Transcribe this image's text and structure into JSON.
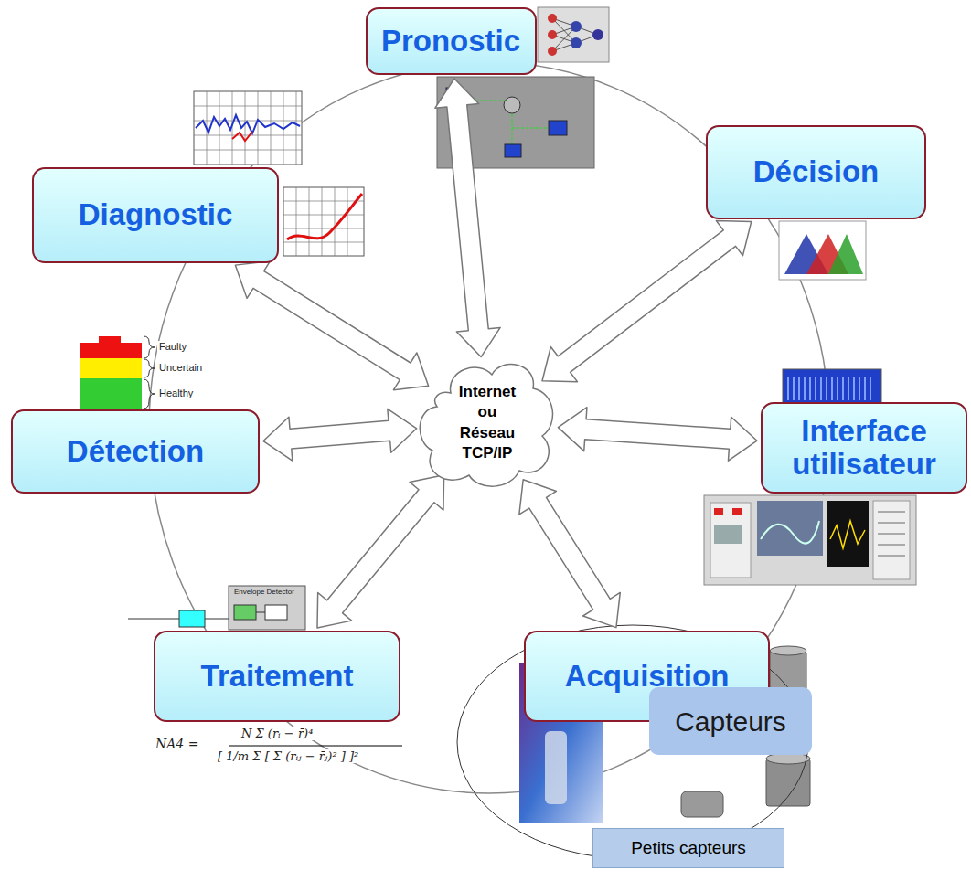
{
  "diagram": {
    "nodes": [
      {
        "text": [
          "Pronostic"
        ]
      },
      {
        "text": [
          "Décision"
        ]
      },
      {
        "text": [
          "Diagnostic"
        ]
      },
      {
        "text": [
          "Internet ou Réseau TCP/IP"
        ]
      },
      {
        "text": [
          "Détection"
        ]
      },
      {
        "text": [
          "Interface utilisateur"
        ]
      },
      {
        "text": [
          "Traitement"
        ]
      },
      {
        "text": [
          "Acquisition"
        ]
      },
      {
        "text": [
          "Capteurs"
        ]
      },
      {
        "text": [
          "Petits capteurs"
        ]
      }
    ],
    "edges": [
      {
        "from": 3,
        "to": 0,
        "arrow": "both"
      },
      {
        "from": 3,
        "to": 1,
        "arrow": "both"
      },
      {
        "from": 3,
        "to": 2,
        "arrow": "both"
      },
      {
        "from": 3,
        "to": 4,
        "arrow": "both"
      },
      {
        "from": 3,
        "to": 5,
        "arrow": "both"
      },
      {
        "from": 3,
        "to": 6,
        "arrow": "both"
      },
      {
        "from": 3,
        "to": 7,
        "arrow": "both"
      }
    ],
    "labels": [
      "Faulty",
      "Uncertain",
      "Healthy",
      "Envelope Detector",
      "NA4 =",
      "N Σ (rᵢ − r̄)⁴",
      "[ 1/m Σ [ Σ (rᵢⱼ − r̄ⱼ)² ] ]²"
    ]
  }
}
